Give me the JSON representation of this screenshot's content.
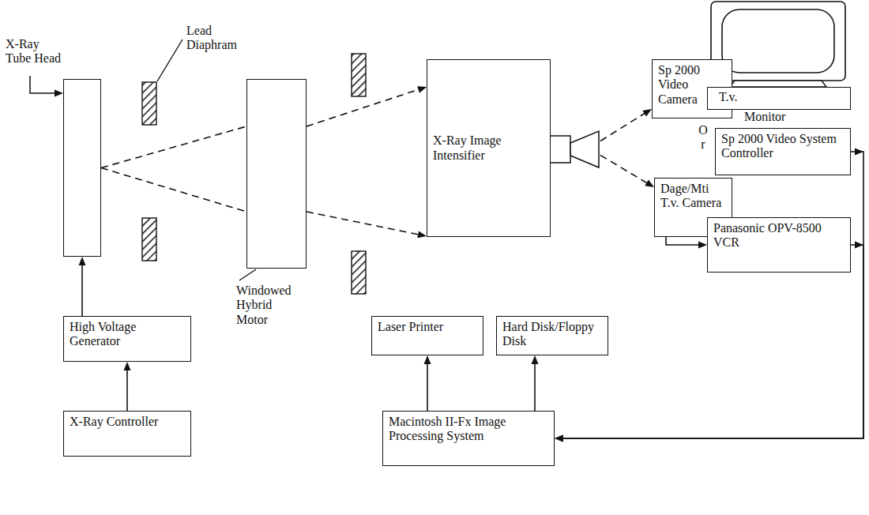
{
  "diagram": {
    "nodes": [
      {
        "text": [
          "X-Ray Tube Head"
        ]
      },
      {
        "text": [
          "Windowed Hybrid Motor"
        ]
      },
      {
        "text": [
          "X-Ray Image Intensifier"
        ]
      },
      {
        "text": [
          "Sp 2000 Video Camera"
        ]
      },
      {
        "text": [
          "T.v."
        ]
      },
      {
        "text": [
          "Sp 2000 Video System Controller"
        ]
      },
      {
        "text": [
          "Dage/Mti T.v. Camera"
        ]
      },
      {
        "text": [
          "Panasonic OPV-8500 VCR"
        ]
      },
      {
        "text": [
          "High Voltage Generator"
        ]
      },
      {
        "text": [
          "Laser Printer"
        ]
      },
      {
        "text": [
          "Hard Disk/Floppy Disk"
        ]
      },
      {
        "text": [
          "X-Ray Controller"
        ]
      },
      {
        "text": [
          "Macintosh II-Fx Image Processing System"
        ]
      }
    ],
    "edges": [
      {
        "from": 11,
        "to": 8,
        "arrow": "to"
      },
      {
        "from": 8,
        "to": 0,
        "arrow": "to"
      },
      {
        "from": 0,
        "to": 1,
        "arrow": "none"
      },
      {
        "from": 1,
        "to": 2,
        "arrow": "to"
      },
      {
        "from": 2,
        "to": 3,
        "arrow": "to"
      },
      {
        "from": 2,
        "to": 6,
        "arrow": "to"
      },
      {
        "from": 6,
        "to": 7,
        "arrow": "to"
      },
      {
        "from": 5,
        "to": 12,
        "arrow": "to"
      },
      {
        "from": 7,
        "to": 12,
        "arrow": "to"
      },
      {
        "from": 12,
        "to": 9,
        "arrow": "to"
      },
      {
        "from": 12,
        "to": 10,
        "arrow": "to"
      }
    ],
    "labels": [
      "Lead Diaphram",
      "Monitor",
      "Or"
    ]
  }
}
